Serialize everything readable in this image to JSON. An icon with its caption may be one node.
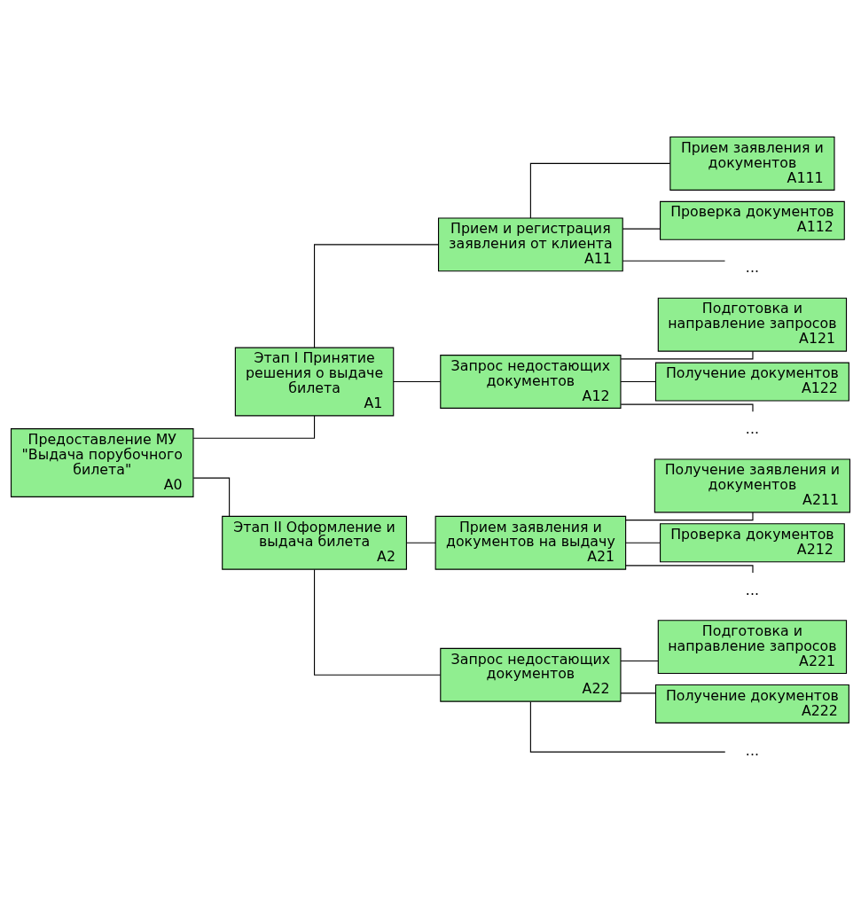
{
  "diagram": {
    "nodes": [
      {
        "text": [
          "Предоставление МУ \"Выдача порубочного билета\"",
          "A0"
        ]
      },
      {
        "text": [
          "Этап I Принятие решения о выдаче билета",
          "A1"
        ]
      },
      {
        "text": [
          "Прием и регистрация заявления от клиента",
          "A11"
        ]
      },
      {
        "text": [
          "Прием заявления и документов",
          "A111"
        ]
      },
      {
        "text": [
          "Проверка документов",
          "A112"
        ]
      },
      {
        "text": [
          "..."
        ]
      },
      {
        "text": [
          "Запрос недостающих документов",
          "A12"
        ]
      },
      {
        "text": [
          "Подготовка и направление запросов",
          "A121"
        ]
      },
      {
        "text": [
          "Получение документов",
          "A122"
        ]
      },
      {
        "text": [
          "..."
        ]
      },
      {
        "text": [
          "Этап II Оформление и выдача билета",
          "A2"
        ]
      },
      {
        "text": [
          "Прием заявления и документов на выдачу",
          "A21"
        ]
      },
      {
        "text": [
          "Получение заявления и документов",
          "A211"
        ]
      },
      {
        "text": [
          "Проверка документов",
          "A212"
        ]
      },
      {
        "text": [
          "..."
        ]
      },
      {
        "text": [
          "Запрос недостающих документов",
          "A22"
        ]
      },
      {
        "text": [
          "Подготовка и направление запросов",
          "A221"
        ]
      },
      {
        "text": [
          "Получение документов",
          "A222"
        ]
      },
      {
        "text": [
          "..."
        ]
      }
    ],
    "edges": [
      {
        "from": 0,
        "to": 1,
        "arrow": "none"
      },
      {
        "from": 0,
        "to": 10,
        "arrow": "none"
      },
      {
        "from": 1,
        "to": 2,
        "arrow": "none"
      },
      {
        "from": 1,
        "to": 6,
        "arrow": "none"
      },
      {
        "from": 2,
        "to": 3,
        "arrow": "none"
      },
      {
        "from": 2,
        "to": 4,
        "arrow": "none"
      },
      {
        "from": 2,
        "to": 5,
        "arrow": "none"
      },
      {
        "from": 6,
        "to": 7,
        "arrow": "none"
      },
      {
        "from": 6,
        "to": 8,
        "arrow": "none"
      },
      {
        "from": 6,
        "to": 9,
        "arrow": "none"
      },
      {
        "from": 10,
        "to": 11,
        "arrow": "none"
      },
      {
        "from": 10,
        "to": 15,
        "arrow": "none"
      },
      {
        "from": 11,
        "to": 12,
        "arrow": "none"
      },
      {
        "from": 11,
        "to": 13,
        "arrow": "none"
      },
      {
        "from": 11,
        "to": 14,
        "arrow": "none"
      },
      {
        "from": 15,
        "to": 16,
        "arrow": "none"
      },
      {
        "from": 15,
        "to": 17,
        "arrow": "none"
      },
      {
        "from": 15,
        "to": 18,
        "arrow": "none"
      }
    ]
  }
}
